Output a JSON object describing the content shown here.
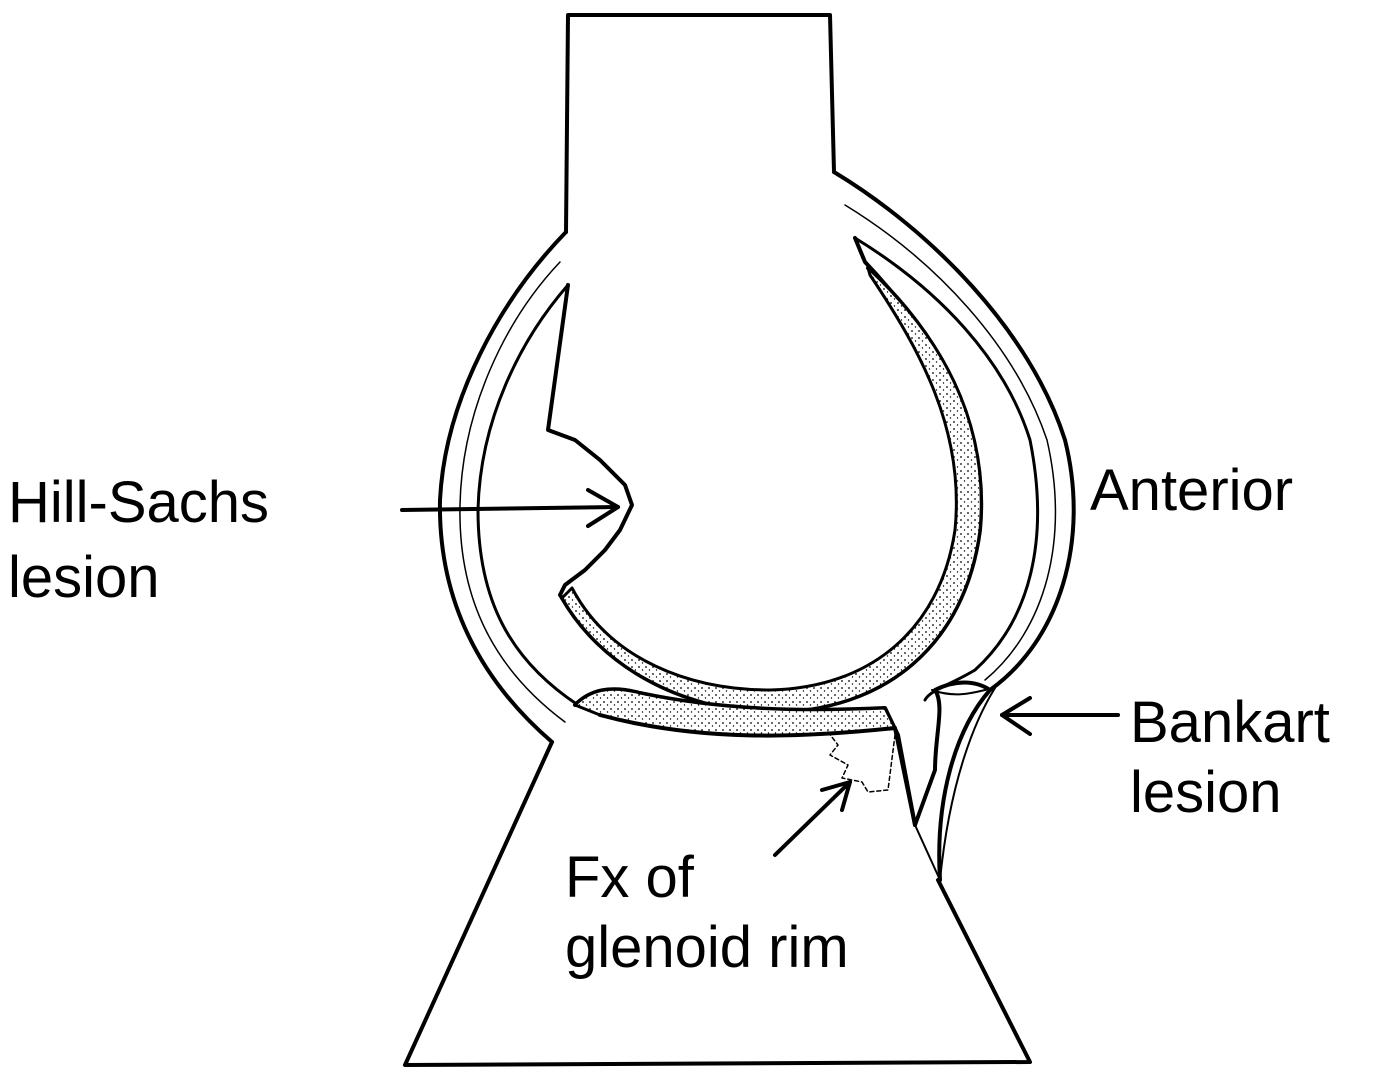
{
  "labels": {
    "hill_sachs_line1": "Hill-Sachs",
    "hill_sachs_line2": "lesion",
    "anterior": "Anterior",
    "bankart_line1": "Bankart",
    "bankart_line2": "lesion",
    "fx_line1": "Fx of",
    "fx_line2": "glenoid rim"
  },
  "colors": {
    "ink": "#000000",
    "paper": "#ffffff"
  }
}
